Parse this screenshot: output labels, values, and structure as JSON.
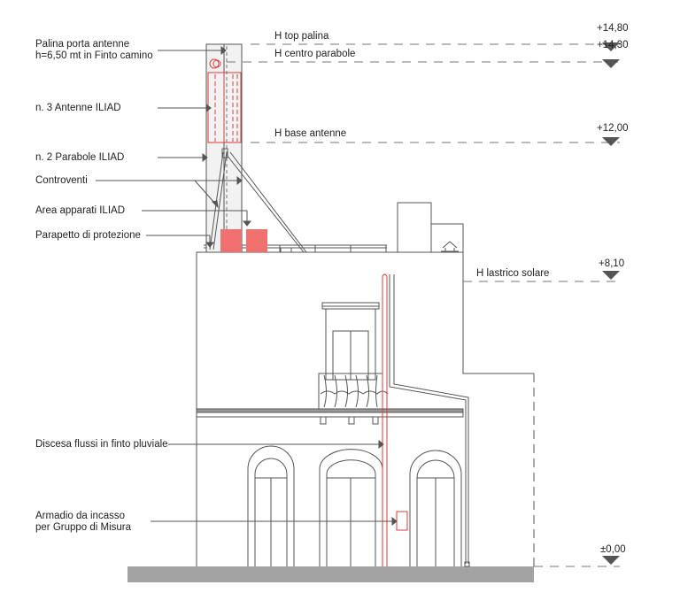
{
  "labels": {
    "palina_line1": "Palina porta antenne",
    "palina_line2": "h=6,50 mt in Finto camino",
    "antenne": "n. 3 Antenne ILIAD",
    "parabole": "n. 2 Parabole ILIAD",
    "controventi": "Controventi",
    "area_apparati": "Area apparati ILIAD",
    "parapetto": "Parapetto di protezione",
    "discesa": "Discesa flussi in finto pluviale",
    "armadio_line1": "Armadio da incasso",
    "armadio_line2": "per Gruppo di Misura"
  },
  "levels": [
    {
      "name": "H top palina",
      "value": "+14,80"
    },
    {
      "name": "H centro parabole",
      "value": "+14,30"
    },
    {
      "name": "H base antenne",
      "value": "+12,00"
    },
    {
      "name": "H lastrico solare",
      "value": "+8,10"
    },
    {
      "name": "",
      "value": "±0,00"
    }
  ],
  "colors": {
    "line": "#555555",
    "red": "#e03a3a",
    "equipment": "#f07070",
    "ground": "#a3a3a3",
    "chimney": "#f2f2f2"
  }
}
